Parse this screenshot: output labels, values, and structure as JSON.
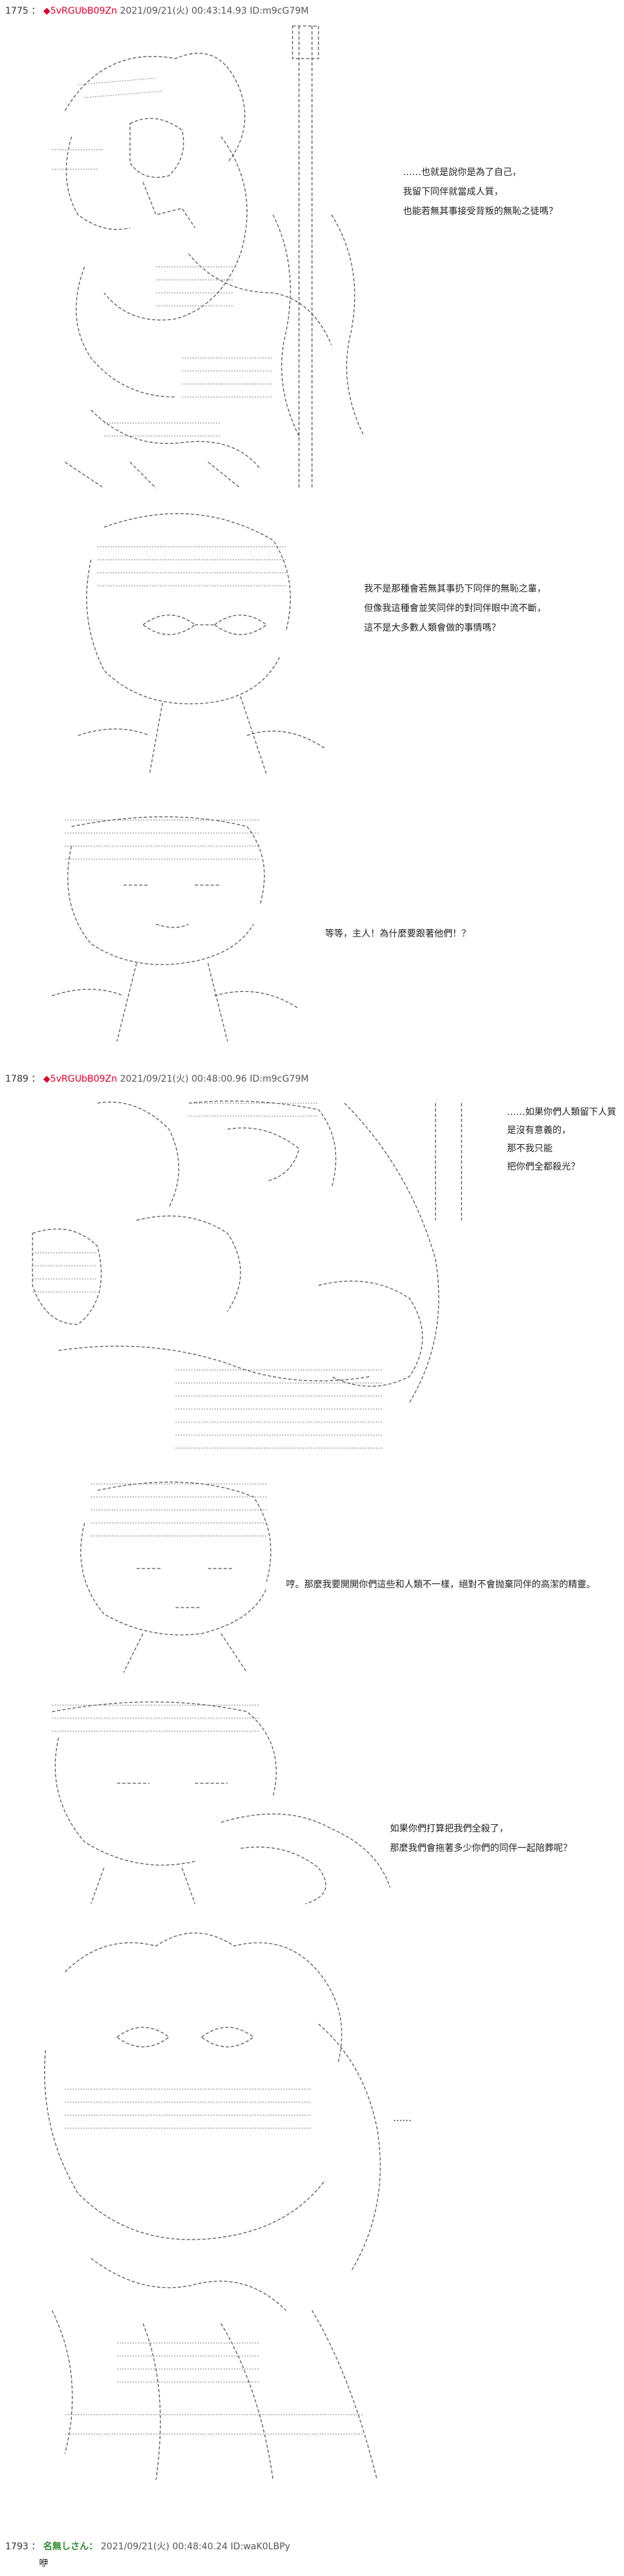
{
  "posts": [
    {
      "number": "1775",
      "separator": "：",
      "diamond": "◆",
      "name": "5vRGUbB09Z",
      "name_suffix": "n",
      "date": "2021/09/21(火) 00:43:14.93",
      "id": "ID:m9cG79M"
    },
    {
      "number": "1789",
      "separator": "：",
      "diamond": "◆",
      "name": "5vRGUbB09Z",
      "name_suffix": "n",
      "date": "2021/09/21(火) 00:48:00.96",
      "id": "ID:m9cG79M"
    },
    {
      "number": "1793",
      "separator": "：",
      "name": "名無しさん",
      "name_suffix": "：",
      "date": "2021/09/21(火) 00:48:40.24",
      "id": "ID:waK0LBPy",
      "body": "咿"
    }
  ],
  "dialogues": [
    {
      "lines": [
        "……也就是說你是為了自己，",
        "我留下同伴就當成人質，",
        "也能若無其事接受背叛的無恥之徒嗎？"
      ]
    },
    {
      "lines": [
        "我不是那種會若無其事扔下同伴的無恥之輩，",
        "但像我這種會並笑同伴的對同伴眼中流不斷，",
        "這不是大多數人類會做的事情嗎？"
      ]
    },
    {
      "lines": [
        "等等，主人！為什麼要跟著他們！？"
      ]
    },
    {
      "lines": [
        "……如果你們人類留下人質",
        "是沒有意義的，",
        "那不我只能",
        "把你們全都殺光？"
      ]
    },
    {
      "lines": [
        "哼。那麼我要開開你們這些和人類不一樣，絕對不會抛棄同伴的高潔的精靈。"
      ]
    },
    {
      "lines": [
        "如果你們打算把我們全殺了，",
        "那麼我們會拖著多少你們的同伴一起陪葬呢？"
      ]
    },
    {
      "lines": [
        "……"
      ]
    }
  ]
}
